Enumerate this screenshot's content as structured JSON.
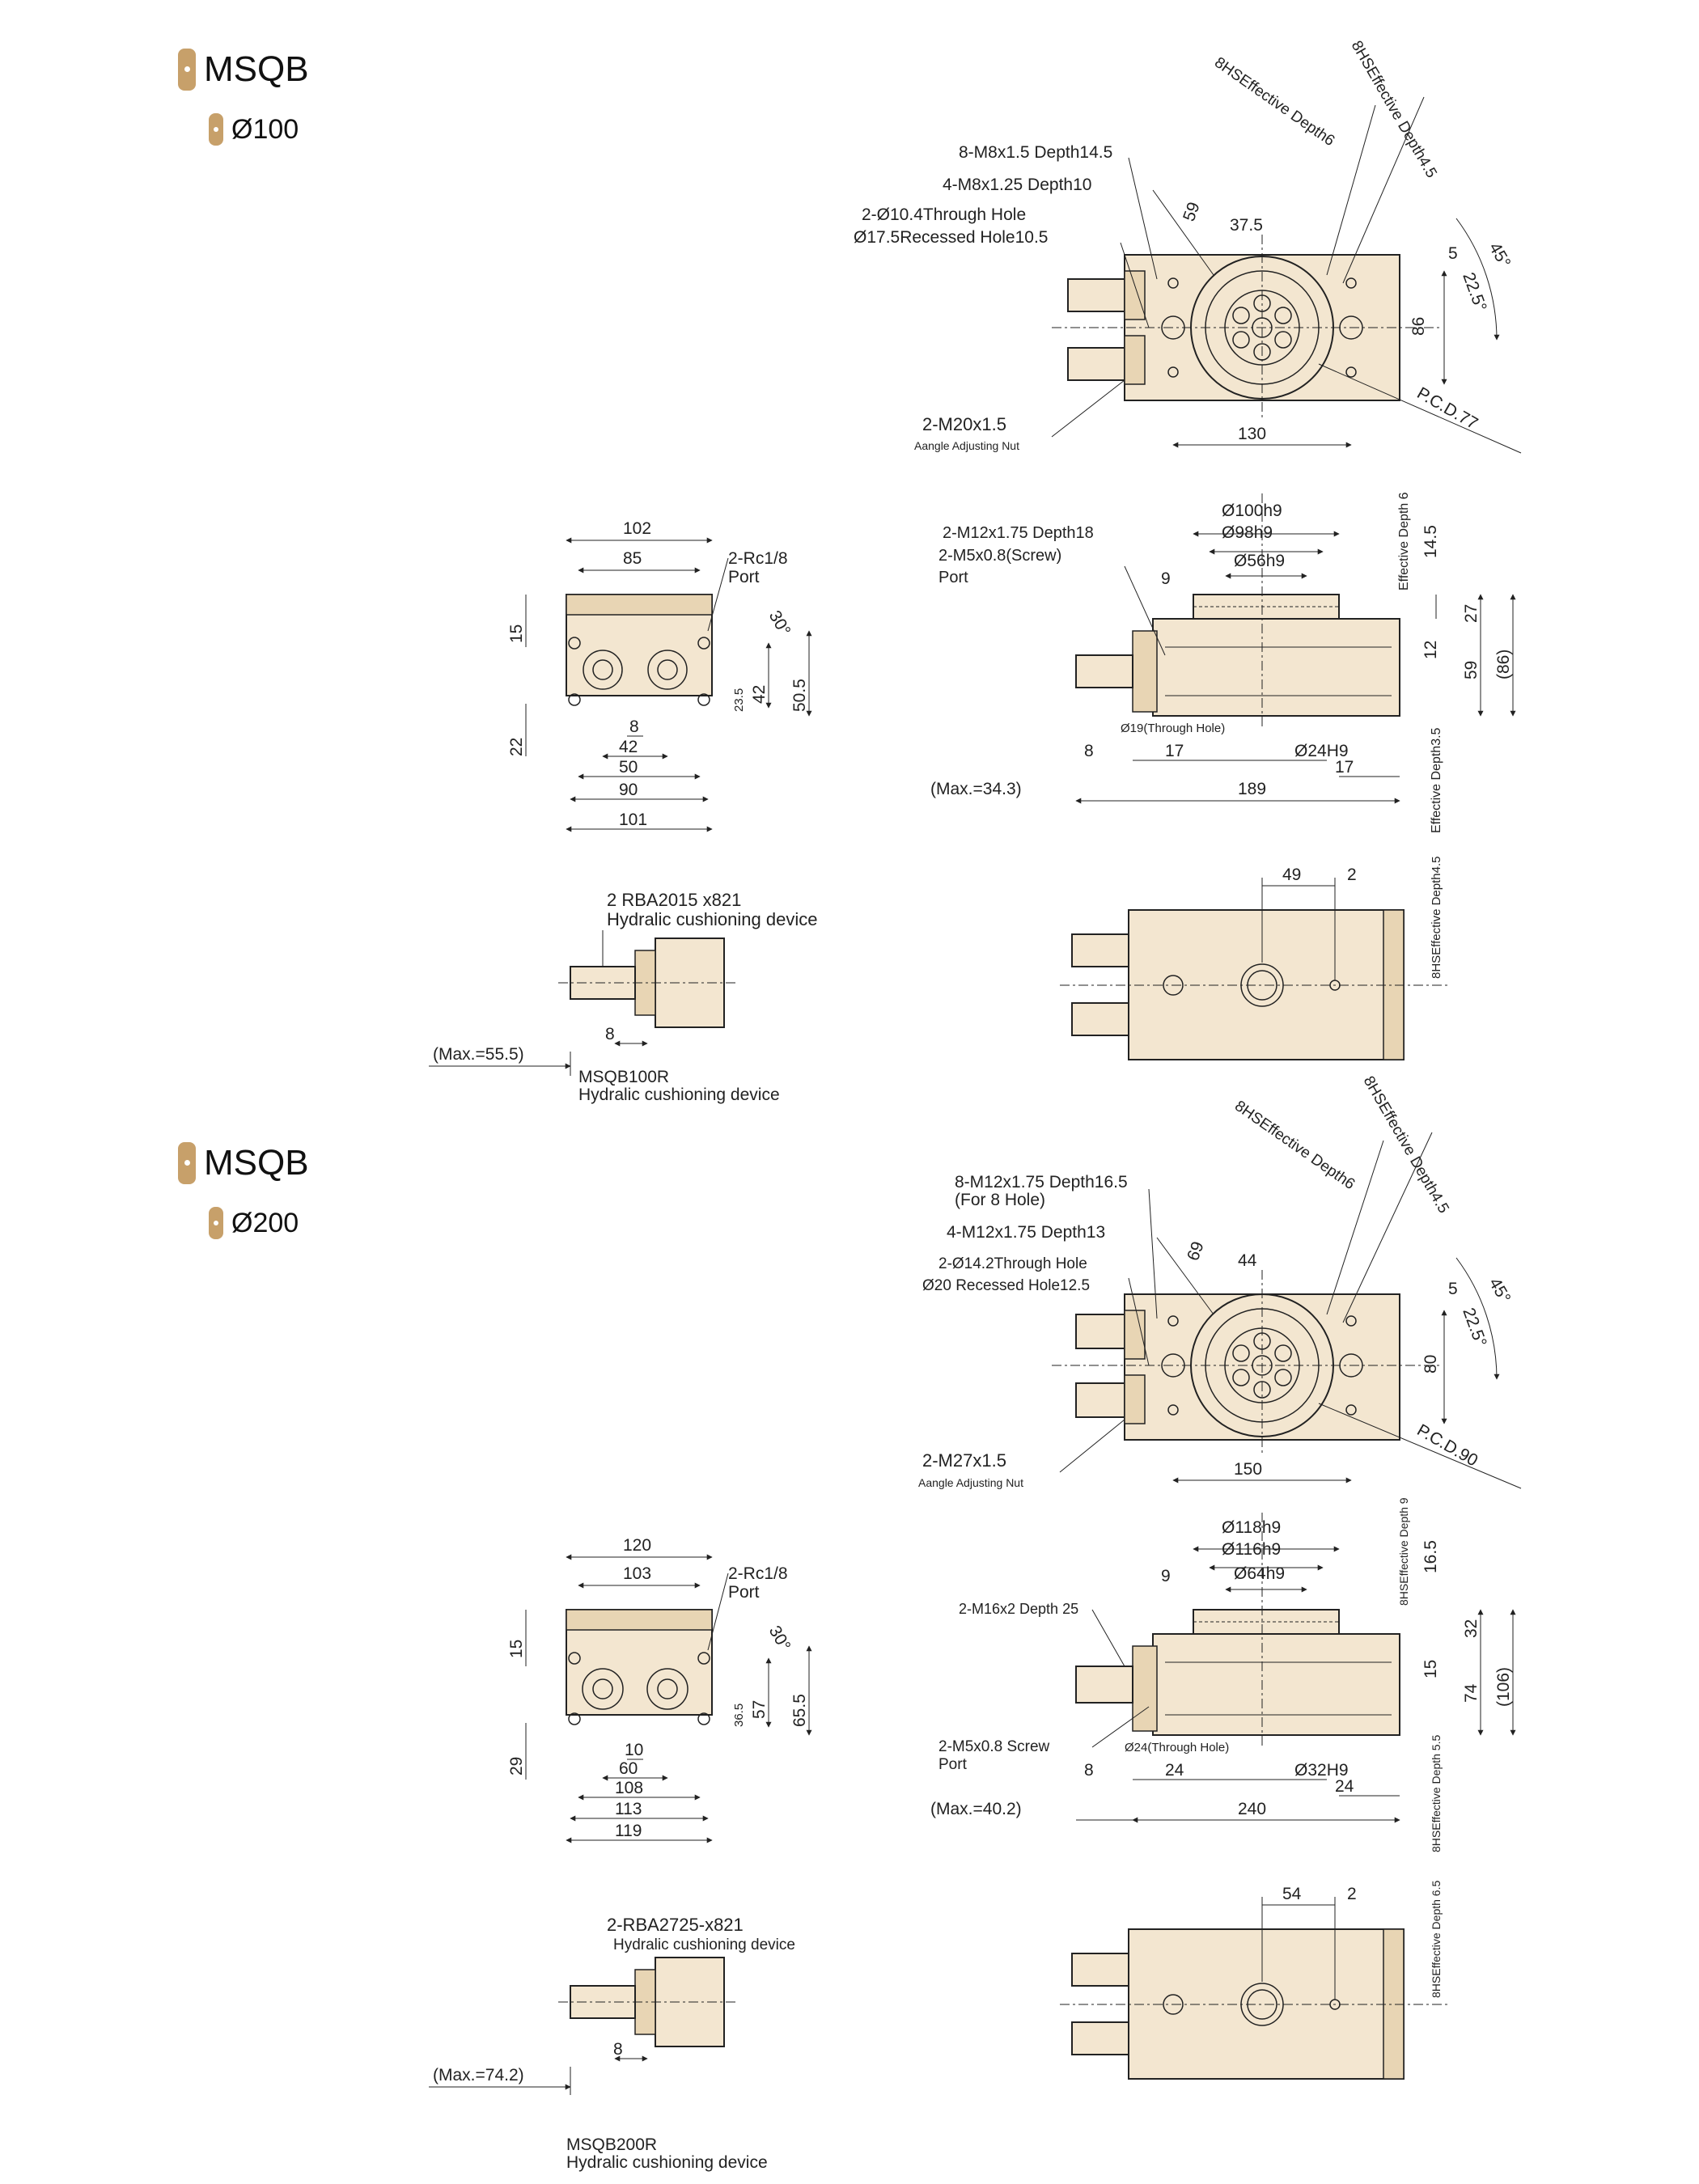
{
  "section1": {
    "series": "MSQB",
    "size": "Ø100",
    "top_view": {
      "notes": [
        "8-M8x1.5 Depth14.5",
        "4-M8x1.25 Depth10",
        "2-Ø10.4Through Hole",
        "Ø17.5Recessed Hole10.5"
      ],
      "adjust_nut": "2-M20x1.5",
      "adjust_nut_sub": "Aangle Adjusting Nut",
      "dims": [
        "59",
        "37.5",
        "45°",
        "22.5°",
        "5",
        "86",
        "130",
        "P.C.D.77"
      ],
      "angle_labels": [
        "8HSEffective Depth6",
        "8HSEffective Depth4.5"
      ]
    },
    "side_view": {
      "notes": [
        "2-M12x1.75 Depth18",
        "2-M5x0.8(Screw)",
        "Port",
        "Ø19(Through Hole)"
      ],
      "dims": [
        "Ø100h9",
        "Ø98h9",
        "Ø56h9",
        "9",
        "14.5",
        "27",
        "12",
        "59",
        "(86)",
        "8",
        "17",
        "Ø24H9",
        "17",
        "189",
        "(Max.=34.3)"
      ],
      "side_labels": [
        "Effective Depth 6",
        "Effective Depth3.5"
      ]
    },
    "end_view": {
      "dims": [
        "102",
        "85",
        "15",
        "22",
        "8",
        "42",
        "50",
        "90",
        "101",
        "23.5",
        "42",
        "50.5",
        "30°"
      ],
      "port": "2-Rc1/8",
      "port_sub": "Port"
    },
    "cushion": {
      "label": "2 RBA2015 x821",
      "label_sub": "Hydralic cushioning device",
      "max": "(Max.=55.5)",
      "dim": "8",
      "model": "MSQB100R",
      "model_sub": "Hydralic cushioning device"
    },
    "bottom_view": {
      "dims": [
        "49",
        "2"
      ],
      "side_label": "8HSEffective Depth4.5"
    }
  },
  "section2": {
    "series": "MSQB",
    "size": "Ø200",
    "top_view": {
      "notes": [
        "8-M12x1.75 Depth16.5",
        "(For 8 Hole)",
        "4-M12x1.75 Depth13",
        "2-Ø14.2Through Hole",
        "Ø20 Recessed Hole12.5"
      ],
      "adjust_nut": "2-M27x1.5",
      "adjust_nut_sub": "Aangle Adjusting Nut",
      "dims": [
        "69",
        "44",
        "45°",
        "22.5°",
        "5",
        "80",
        "150",
        "P.C.D.90"
      ],
      "angle_labels": [
        "8HSEffective Depth6",
        "8HSEffective Depth4.5"
      ]
    },
    "side_view": {
      "notes": [
        "2-M16x2 Depth 25",
        "2-M5x0.8 Screw",
        "Port",
        "Ø24(Through Hole)"
      ],
      "dims": [
        "Ø118h9",
        "Ø116h9",
        "Ø64h9",
        "9",
        "16.5",
        "32",
        "15",
        "74",
        "(106)",
        "8",
        "24",
        "Ø32H9",
        "24",
        "240",
        "(Max.=40.2)"
      ],
      "side_labels": [
        "8HSEffective Depth 9",
        "8HSEffective Depth 5.5"
      ]
    },
    "end_view": {
      "dims": [
        "120",
        "103",
        "15",
        "29",
        "10",
        "60",
        "108",
        "113",
        "119",
        "36.5",
        "57",
        "65.5",
        "30°"
      ],
      "port": "2-Rc1/8",
      "port_sub": "Port"
    },
    "cushion": {
      "label": "2-RBA2725-x821",
      "label_sub": "Hydralic cushioning device",
      "max": "(Max.=74.2)",
      "dim": "8",
      "model": "MSQB200R",
      "model_sub": "Hydralic cushioning device"
    },
    "bottom_view": {
      "dims": [
        "54",
        "2"
      ],
      "side_label": "8HSEffective Depth 6.5"
    }
  },
  "colors": {
    "tag": "#c7a06a",
    "body_fill": "#f3e6d0",
    "body_shade": "#e8d5b4",
    "line": "#222222"
  }
}
